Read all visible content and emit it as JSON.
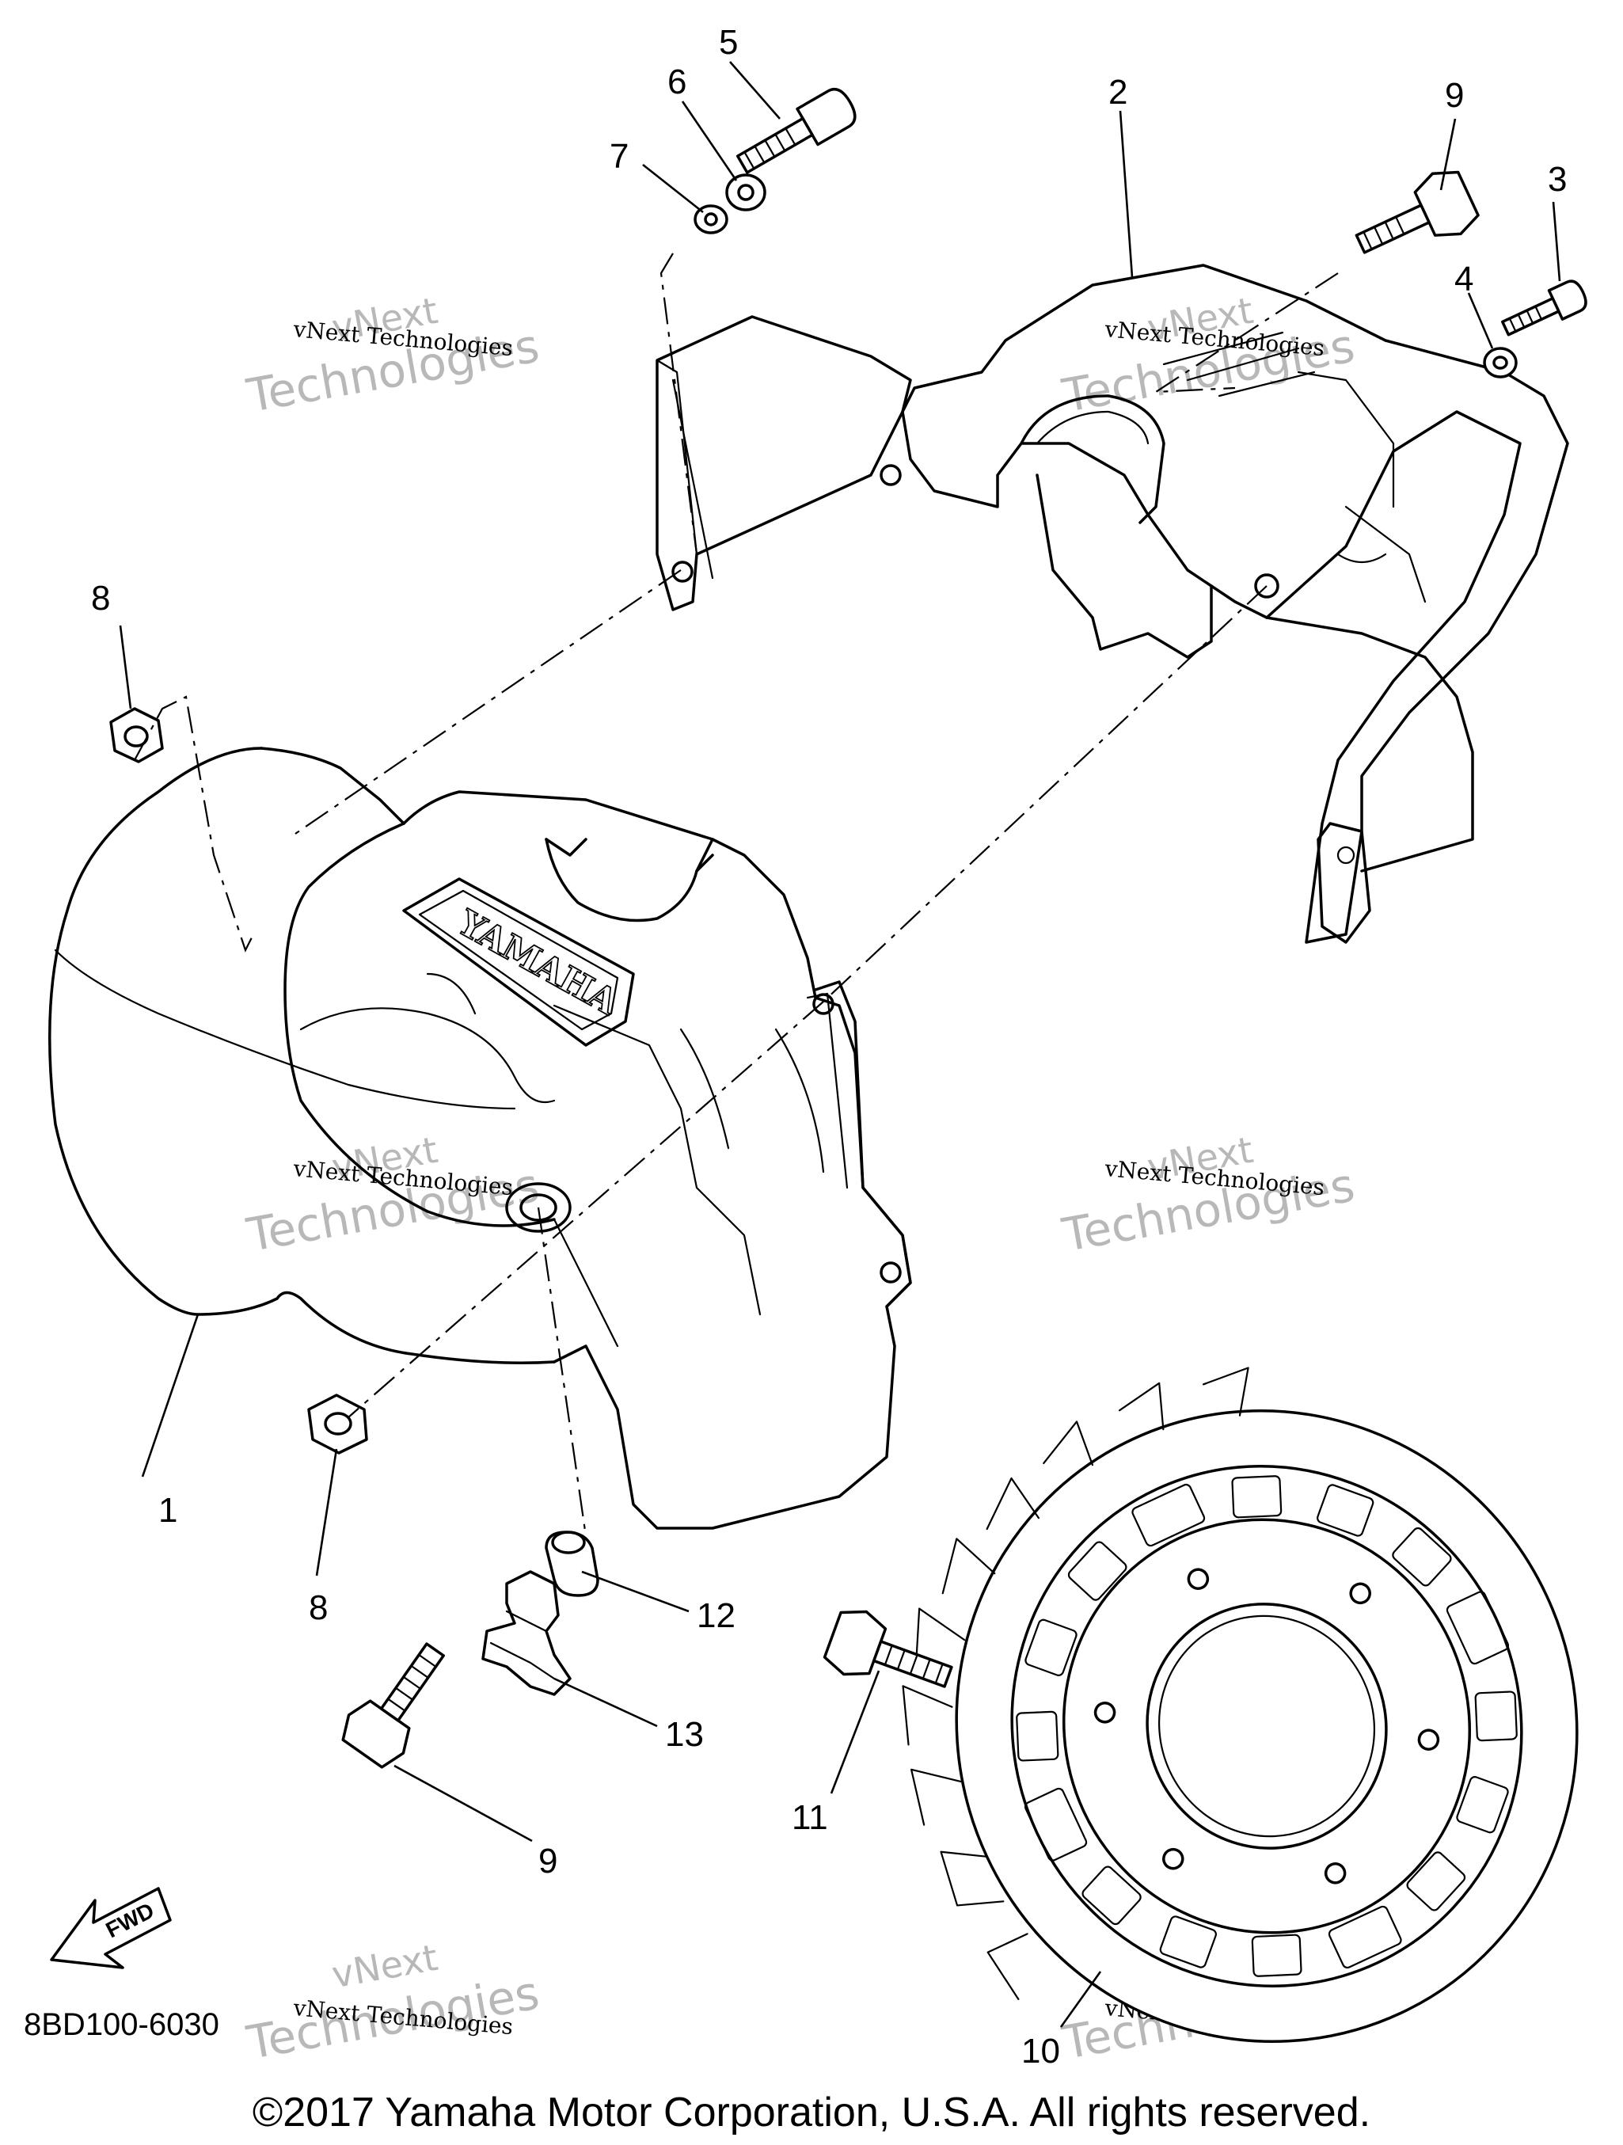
{
  "diagram": {
    "callouts": [
      "1",
      "2",
      "3",
      "4",
      "5",
      "6",
      "7",
      "8",
      "8",
      "9",
      "9",
      "10",
      "11",
      "12",
      "13"
    ],
    "emboss_text": "YAMAHA",
    "fwd_label": "FWD",
    "diagram_code": "8BD100-6030",
    "watermark_line1": "vNext",
    "watermark_line2": "Technologies",
    "watermark_small": "vNext Technologies",
    "copyright": "©2017 Yamaha Motor Corporation, U.S.A. All rights reserved."
  }
}
